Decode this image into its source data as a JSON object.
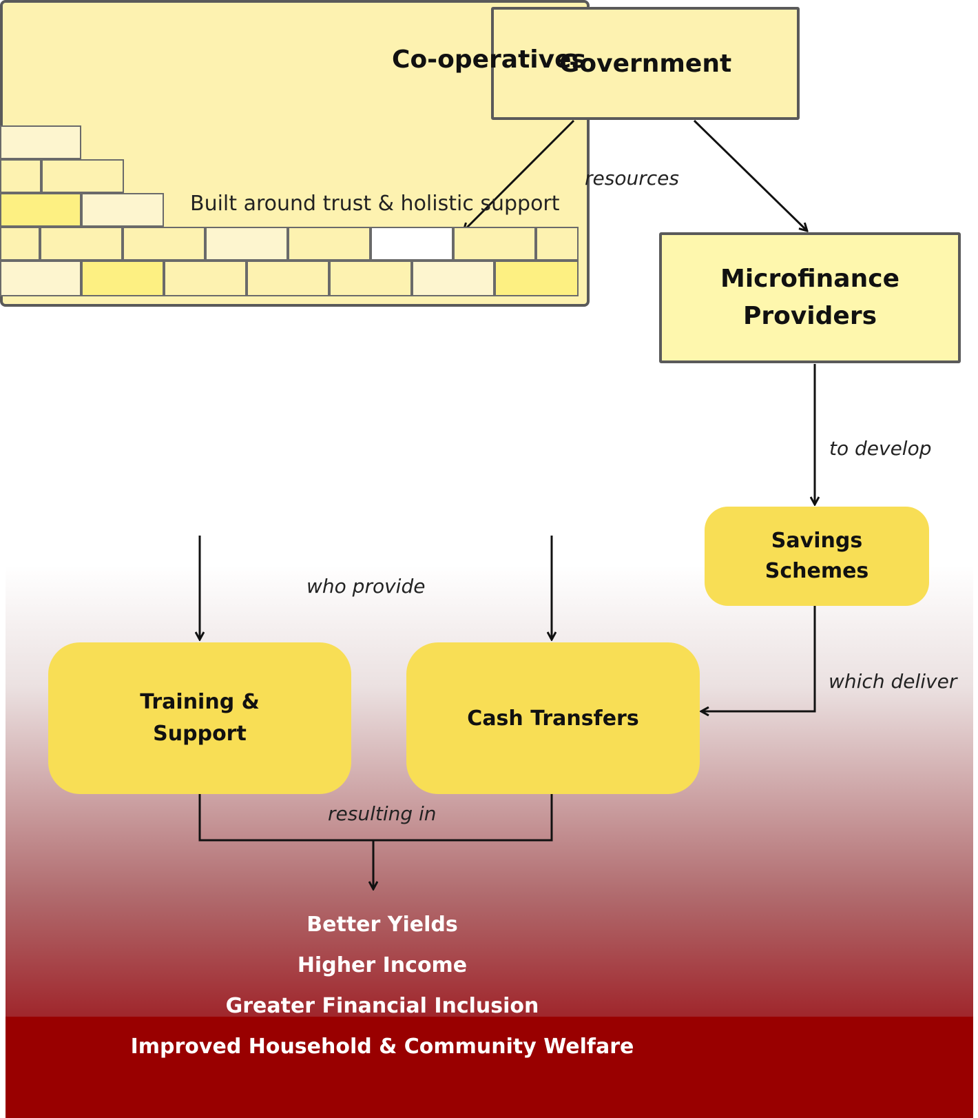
{
  "nodes": {
    "government": "Government",
    "cooperatives": "Co-operatives",
    "cooperatives_subtitle": "Built around trust & holistic support",
    "microfinance": [
      "Microfinance",
      "Providers"
    ],
    "savings": [
      "Savings",
      "Schemes"
    ],
    "training": [
      "Training &",
      "Support"
    ],
    "cash_transfers": "Cash Transfers"
  },
  "edge_labels": {
    "resources": "resources",
    "to_develop": "to develop",
    "who_provide": "who provide",
    "which_deliver": "which deliver",
    "resulting_in": "resulting in"
  },
  "outcomes": [
    "Better Yields",
    "Higher Income",
    "Greater Financial Inclusion",
    "Improved Household & Community Welfare"
  ],
  "colors": {
    "box_light": "#fdf2b0",
    "box_rounded": "#f8de55",
    "border": "#5a5a5a",
    "bottom_red": "#990000"
  }
}
